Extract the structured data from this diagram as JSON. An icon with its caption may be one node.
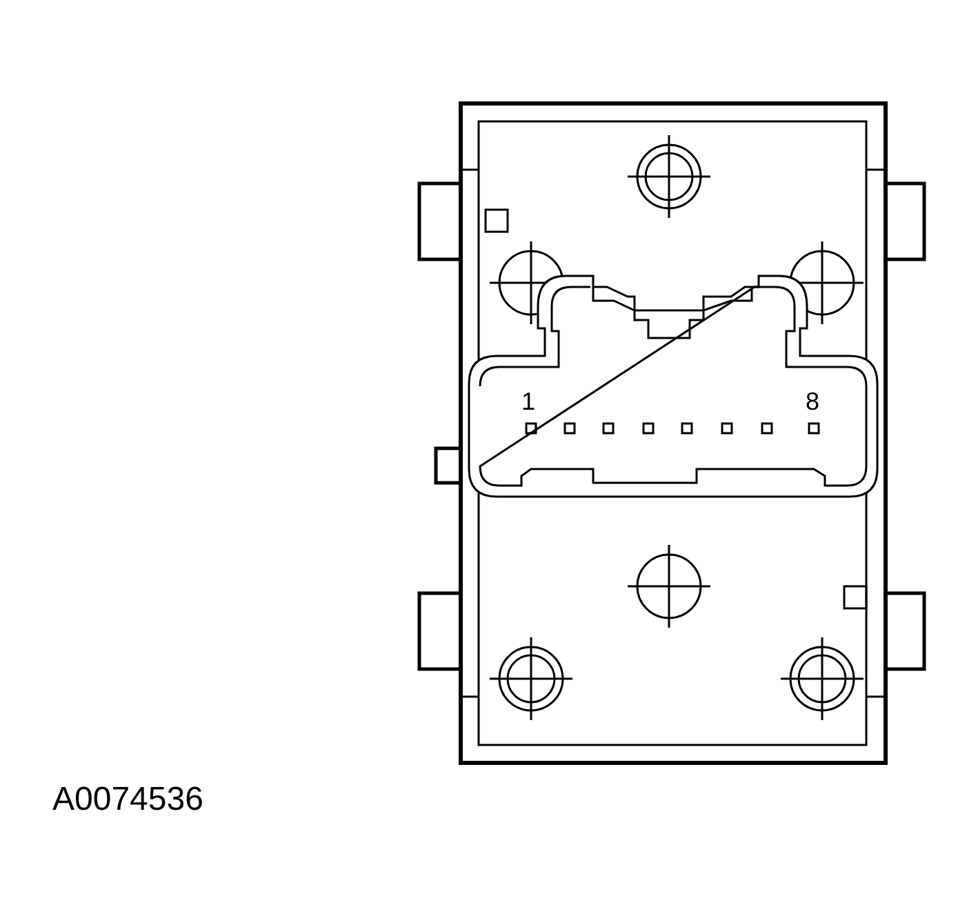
{
  "diagram": {
    "labels": [
      "1",
      "8",
      "A0074536"
    ]
  }
}
